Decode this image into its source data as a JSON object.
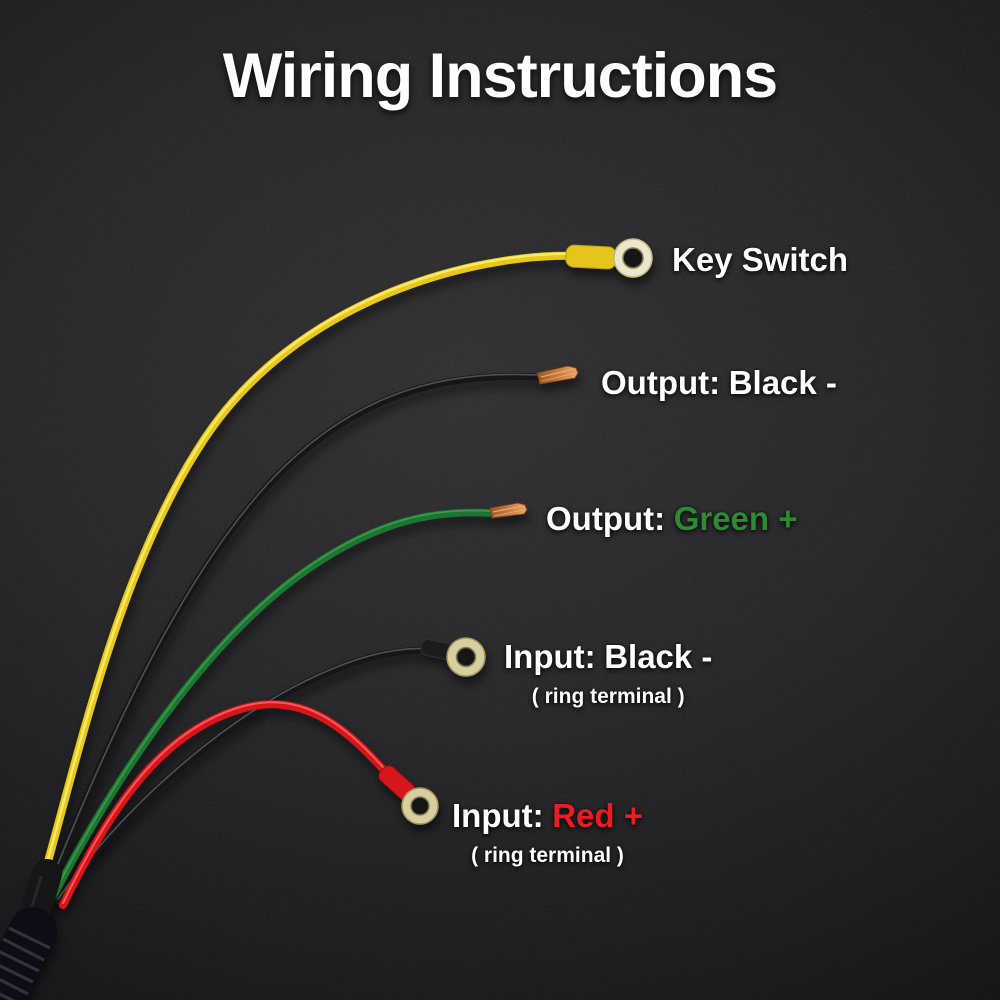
{
  "title": "Wiring Instructions",
  "colors": {
    "white": "#ffffff",
    "label_green": "#2e8b33",
    "label_red": "#ed1c24",
    "wire_yellow": "#e9c912",
    "wire_yellow_hi": "#f8ef82",
    "wire_black": "#141416",
    "wire_black_hi": "#56565e",
    "wire_green": "#1d7431",
    "wire_green_hi": "#3fa04b",
    "wire_red": "#d7141e",
    "wire_red_hi": "#ff6b66",
    "crimp_yellow": "#e5c41d",
    "crimp_black": "#1a1a1c",
    "brass": "#d8cfa0",
    "brass_edge": "#a1965e",
    "pale_ring": "#ebe7ca",
    "pale_ring_edge": "#c2ba8a",
    "hole": "#161618",
    "hole_edge": "#857b49",
    "copper_dark": "#9c5522",
    "copper_light": "#eda463",
    "copper_strand": "#f0b077",
    "sheath": "#131315"
  },
  "wires": [
    {
      "id": "key-switch",
      "label": "Key Switch",
      "terminal": "ring-terminal"
    },
    {
      "id": "output-black",
      "prefix": "Output:",
      "value": "Black -",
      "value_color": "#ffffff",
      "terminal": "stripped-copper"
    },
    {
      "id": "output-green",
      "prefix": "Output:",
      "value": "Green +",
      "value_color": "#2e8b33",
      "terminal": "stripped-copper"
    },
    {
      "id": "input-black",
      "prefix": "Input:",
      "value": "Black -",
      "value_color": "#ffffff",
      "sub": "( ring terminal )",
      "terminal": "ring-terminal"
    },
    {
      "id": "input-red",
      "prefix": "Input:",
      "value": "Red +",
      "value_color": "#ed1c24",
      "sub": "( ring terminal )",
      "terminal": "ring-terminal"
    }
  ]
}
